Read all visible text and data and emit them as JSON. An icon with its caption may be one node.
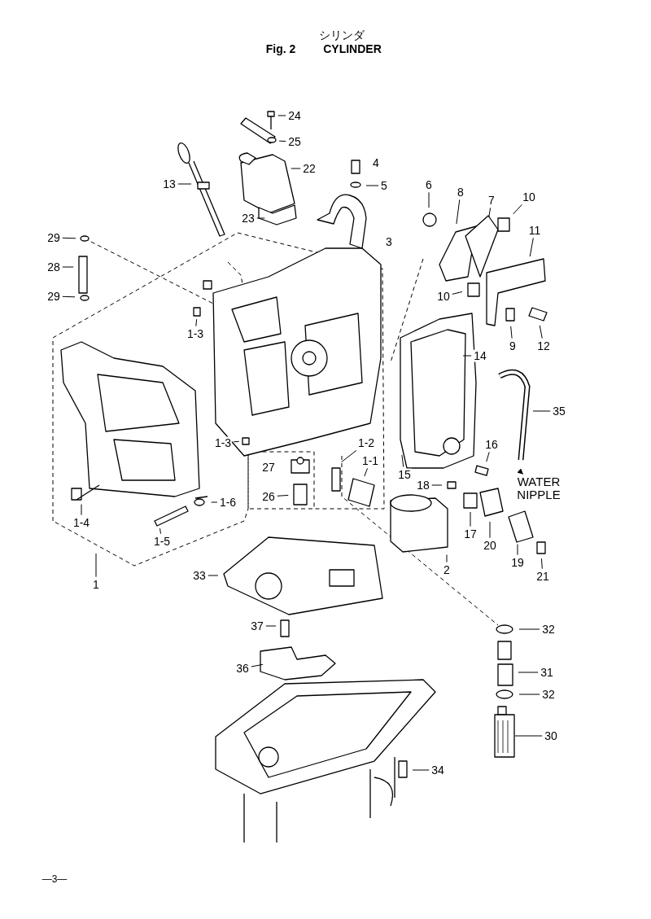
{
  "diagram": {
    "title": "CYLINDER",
    "nodes": [
      {
        "text": [
          "24"
        ]
      },
      {
        "text": [
          "25"
        ]
      },
      {
        "text": [
          "22"
        ]
      },
      {
        "text": [
          "4"
        ]
      },
      {
        "text": [
          "5"
        ]
      },
      {
        "text": [
          "13"
        ]
      },
      {
        "text": [
          "23"
        ]
      },
      {
        "text": [
          "3"
        ]
      },
      {
        "text": [
          "6"
        ]
      },
      {
        "text": [
          "8"
        ]
      },
      {
        "text": [
          "7"
        ]
      },
      {
        "text": [
          "10"
        ]
      },
      {
        "text": [
          "11"
        ]
      },
      {
        "text": [
          "29"
        ]
      },
      {
        "text": [
          "28"
        ]
      },
      {
        "text": [
          "29"
        ]
      },
      {
        "text": [
          "10"
        ]
      },
      {
        "text": [
          "9"
        ]
      },
      {
        "text": [
          "12"
        ]
      },
      {
        "text": [
          "1-3"
        ]
      },
      {
        "text": [
          "14"
        ]
      },
      {
        "text": [
          "35"
        ]
      },
      {
        "text": [
          "1-3"
        ]
      },
      {
        "text": [
          "1-2"
        ]
      },
      {
        "text": [
          "1-1"
        ]
      },
      {
        "text": [
          "16"
        ]
      },
      {
        "text": [
          "15"
        ]
      },
      {
        "text": [
          "27"
        ]
      },
      {
        "text": [
          "WATER NIPPLE"
        ]
      },
      {
        "text": [
          "18"
        ]
      },
      {
        "text": [
          "1-4"
        ]
      },
      {
        "text": [
          "1-6"
        ]
      },
      {
        "text": [
          "26"
        ]
      },
      {
        "text": [
          "17"
        ]
      },
      {
        "text": [
          "20"
        ]
      },
      {
        "text": [
          "1-5"
        ]
      },
      {
        "text": [
          "19"
        ]
      },
      {
        "text": [
          "2"
        ]
      },
      {
        "text": [
          "21"
        ]
      },
      {
        "text": [
          "1"
        ]
      },
      {
        "text": [
          "33"
        ]
      },
      {
        "text": [
          "37"
        ]
      },
      {
        "text": [
          "32"
        ]
      },
      {
        "text": [
          "36"
        ]
      },
      {
        "text": [
          "31"
        ]
      },
      {
        "text": [
          "32"
        ]
      },
      {
        "text": [
          "30"
        ]
      },
      {
        "text": [
          "34"
        ]
      }
    ],
    "edges": [
      {
        "from": 0,
        "to": null,
        "arrow": "none"
      },
      {
        "from": 1,
        "to": null,
        "arrow": "none"
      },
      {
        "from": 2,
        "to": null,
        "arrow": "none"
      },
      {
        "from": 4,
        "to": null,
        "arrow": "none"
      },
      {
        "from": 5,
        "to": null,
        "arrow": "none"
      },
      {
        "from": 6,
        "to": null,
        "arrow": "none"
      },
      {
        "from": 8,
        "to": null,
        "arrow": "none"
      },
      {
        "from": 9,
        "to": null,
        "arrow": "none"
      },
      {
        "from": 10,
        "to": null,
        "arrow": "none"
      },
      {
        "from": 11,
        "to": null,
        "arrow": "none"
      },
      {
        "from": 12,
        "to": null,
        "arrow": "none"
      },
      {
        "from": 13,
        "to": null,
        "arrow": "none"
      },
      {
        "from": 14,
        "to": null,
        "arrow": "none"
      },
      {
        "from": 15,
        "to": null,
        "arrow": "none"
      },
      {
        "from": 16,
        "to": null,
        "arrow": "none"
      },
      {
        "from": 17,
        "to": null,
        "arrow": "none"
      },
      {
        "from": 18,
        "to": null,
        "arrow": "none"
      },
      {
        "from": 19,
        "to": null,
        "arrow": "none"
      },
      {
        "from": 20,
        "to": null,
        "arrow": "none"
      },
      {
        "from": 21,
        "to": null,
        "arrow": "none"
      },
      {
        "from": 22,
        "to": null,
        "arrow": "none"
      },
      {
        "from": 23,
        "to": null,
        "arrow": "none"
      },
      {
        "from": 24,
        "to": null,
        "arrow": "none"
      },
      {
        "from": 25,
        "to": null,
        "arrow": "none"
      },
      {
        "from": 26,
        "to": null,
        "arrow": "none"
      },
      {
        "from": null,
        "to": 28,
        "arrow": "to"
      },
      {
        "from": 29,
        "to": null,
        "arrow": "none"
      },
      {
        "from": 30,
        "to": null,
        "arrow": "none"
      },
      {
        "from": 31,
        "to": null,
        "arrow": "none"
      },
      {
        "from": 32,
        "to": null,
        "arrow": "none"
      },
      {
        "from": 33,
        "to": null,
        "arrow": "none"
      },
      {
        "from": 34,
        "to": null,
        "arrow": "none"
      },
      {
        "from": 35,
        "to": null,
        "arrow": "none"
      },
      {
        "from": 36,
        "to": null,
        "arrow": "none"
      },
      {
        "from": 37,
        "to": null,
        "arrow": "none"
      },
      {
        "from": 38,
        "to": null,
        "arrow": "none"
      },
      {
        "from": 39,
        "to": null,
        "arrow": "none"
      },
      {
        "from": 40,
        "to": null,
        "arrow": "none"
      },
      {
        "from": 41,
        "to": null,
        "arrow": "none"
      },
      {
        "from": 42,
        "to": null,
        "arrow": "none"
      },
      {
        "from": 43,
        "to": null,
        "arrow": "none"
      },
      {
        "from": 44,
        "to": null,
        "arrow": "none"
      },
      {
        "from": 45,
        "to": null,
        "arrow": "none"
      },
      {
        "from": 46,
        "to": null,
        "arrow": "none"
      },
      {
        "from": 47,
        "to": null,
        "arrow": "none"
      }
    ],
    "labels": [
      "シリンダ",
      "Fig. 2",
      "—3—"
    ]
  }
}
